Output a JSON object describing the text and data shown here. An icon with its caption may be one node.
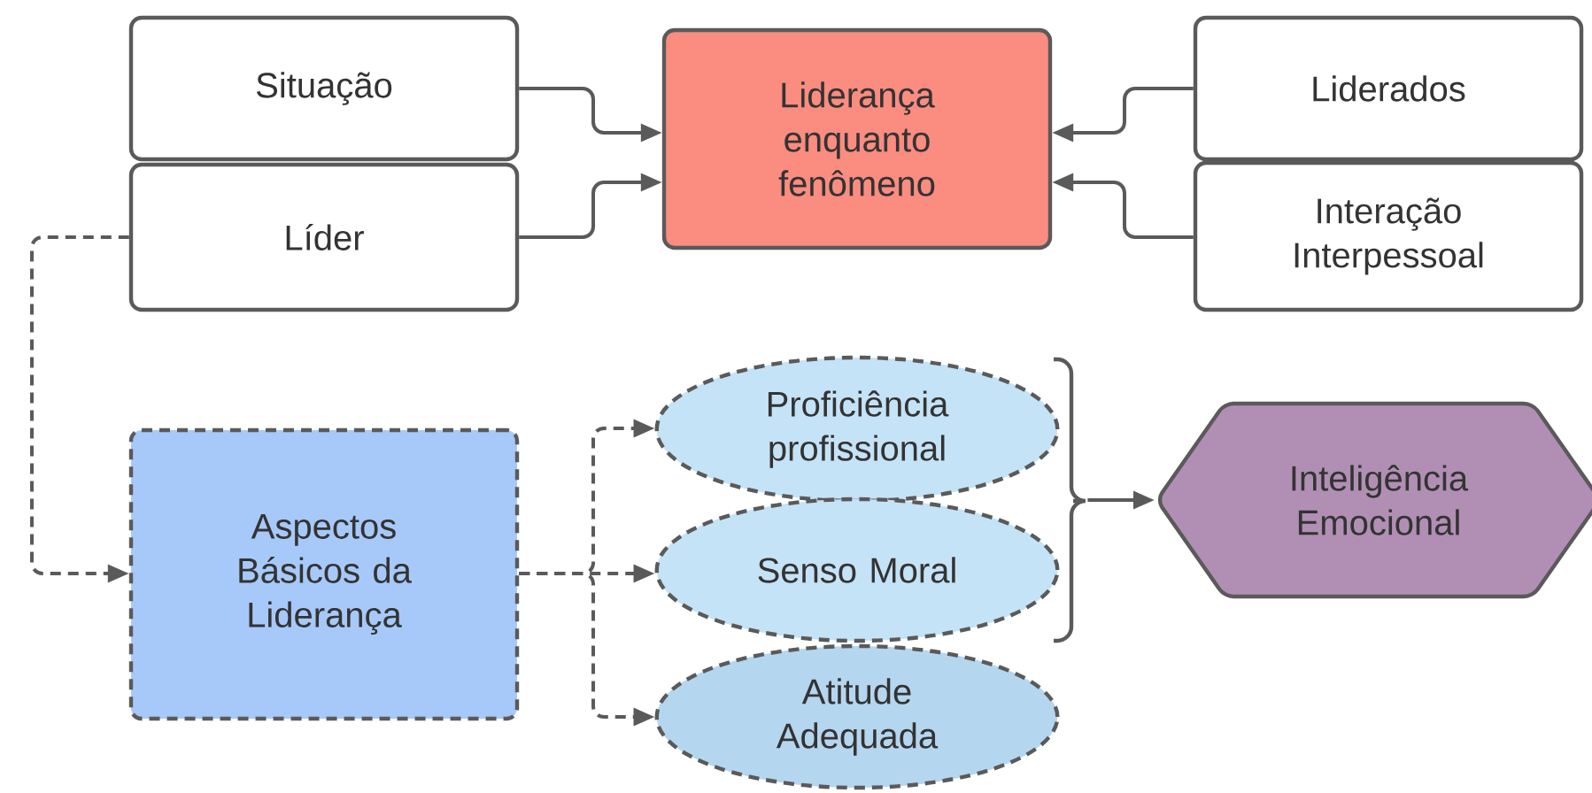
{
  "diagram": {
    "nodes": [
      {
        "text": [
          "Situação"
        ]
      },
      {
        "text": [
          "Líder"
        ]
      },
      {
        "text": [
          "Liderança enquanto fenômeno"
        ]
      },
      {
        "text": [
          "Liderados"
        ]
      },
      {
        "text": [
          "Interação Interpessoal"
        ]
      },
      {
        "text": [
          "Aspectos Básicos da Liderança"
        ]
      },
      {
        "text": [
          "Proficiência profissional"
        ]
      },
      {
        "text": [
          "Senso Moral"
        ]
      },
      {
        "text": [
          "Atitude Adequada"
        ]
      },
      {
        "text": [
          "Inteligência Emocional"
        ]
      },
      {
        "text": [],
        "shape": "bracket"
      }
    ],
    "edges": [
      {
        "from": 0,
        "to": 2,
        "arrow": "to"
      },
      {
        "from": 1,
        "to": 2,
        "arrow": "to"
      },
      {
        "from": 3,
        "to": 2,
        "arrow": "to"
      },
      {
        "from": 4,
        "to": 2,
        "arrow": "to"
      },
      {
        "from": 1,
        "to": 5,
        "arrow": "to",
        "style": "dashed"
      },
      {
        "from": 5,
        "to": 6,
        "arrow": "to",
        "style": "dashed"
      },
      {
        "from": 5,
        "to": 7,
        "arrow": "to",
        "style": "dashed"
      },
      {
        "from": 5,
        "to": 8,
        "arrow": "to",
        "style": "dashed"
      },
      {
        "from": 10,
        "to": 9,
        "arrow": "to"
      }
    ]
  }
}
